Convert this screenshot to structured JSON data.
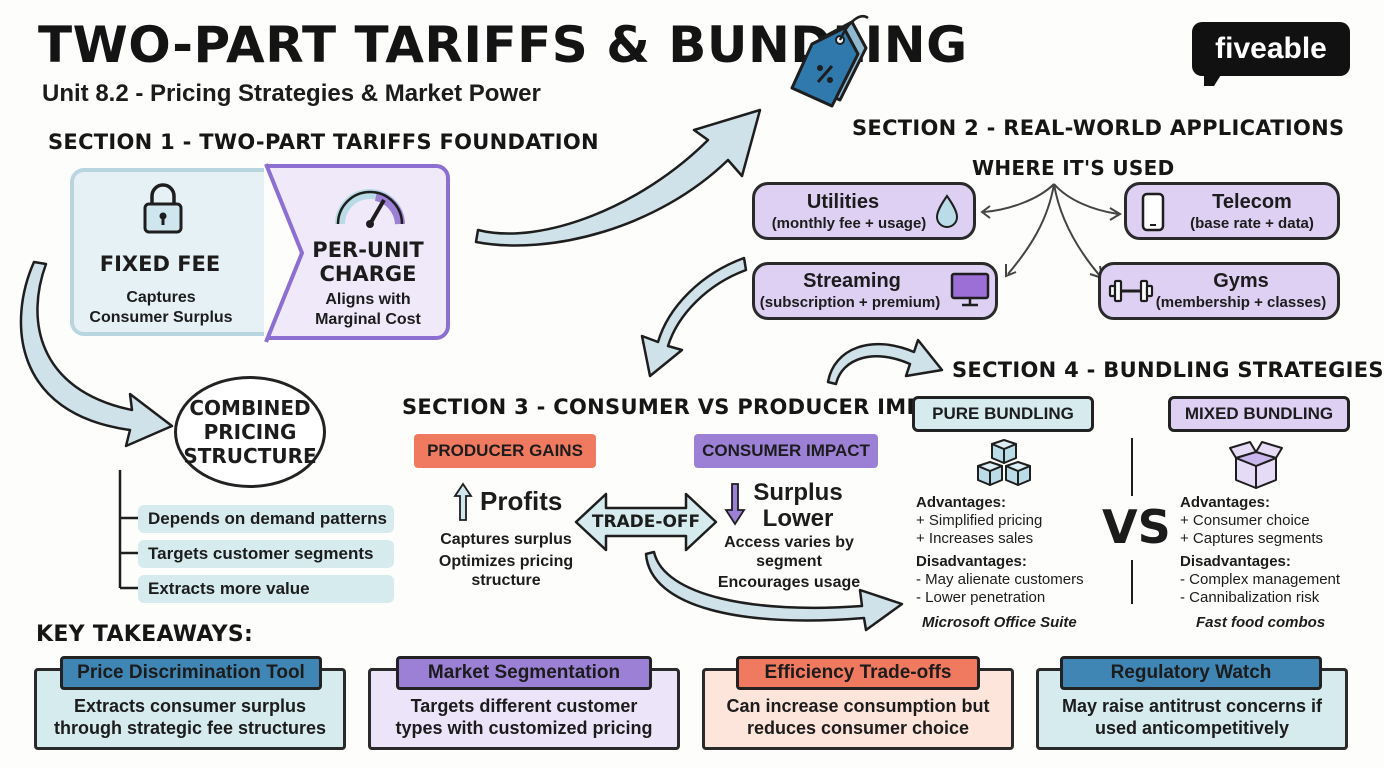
{
  "header": {
    "title": "TWO-PART TARIFFS & BUNDLING",
    "subtitle": "Unit 8.2 - Pricing Strategies & Market Power",
    "brand": "fiveable"
  },
  "section1": {
    "title": "SECTION 1 - TWO-PART TARIFFS FOUNDATION",
    "fixed_fee": {
      "title": "FIXED FEE",
      "desc_1": "Captures",
      "desc_2": "Consumer Surplus"
    },
    "per_unit": {
      "title_1": "PER-UNIT",
      "title_2": "CHARGE",
      "desc_1": "Aligns with",
      "desc_2": "Marginal Cost"
    },
    "combined": {
      "line_1": "COMBINED",
      "line_2": "PRICING",
      "line_3": "STRUCTURE"
    },
    "bullets": [
      "Depends on demand patterns",
      "Targets customer segments",
      "Extracts more value"
    ]
  },
  "section2": {
    "title": "SECTION 2 - REAL-WORLD APPLICATIONS",
    "where": "WHERE IT'S USED",
    "items": [
      {
        "name": "Utilities",
        "detail": "(monthly fee + usage)",
        "icon": "water-drop-icon"
      },
      {
        "name": "Telecom",
        "detail": "(base rate + data)",
        "icon": "phone-icon"
      },
      {
        "name": "Streaming",
        "detail": "(subscription + premium)",
        "icon": "monitor-icon"
      },
      {
        "name": "Gyms",
        "detail": "(membership + classes)",
        "icon": "dumbbell-icon"
      }
    ]
  },
  "section3": {
    "title": "SECTION 3 - CONSUMER VS PRODUCER IMPACT",
    "producer": {
      "tag": "PRODUCER GAINS",
      "headline": "Profits",
      "line_1": "Captures surplus",
      "line_2": "Optimizes pricing",
      "line_3": "structure"
    },
    "tradeoff": "TRADE-OFF",
    "consumer": {
      "tag": "CONSUMER IMPACT",
      "headline_1": "Surplus",
      "headline_2": "Lower",
      "line_1": "Access varies by",
      "line_2": "segment",
      "line_3": "Encourages usage"
    }
  },
  "section4": {
    "title": "SECTION 4 - BUNDLING STRATEGIES",
    "vs": "VS",
    "pure": {
      "tag": "PURE BUNDLING",
      "adv_head": "Advantages:",
      "adv": [
        "+ Simplified pricing",
        "+ Increases sales"
      ],
      "dis_head": "Disadvantages:",
      "dis": [
        "- May alienate customers",
        "- Lower penetration"
      ],
      "example": "Microsoft Office Suite"
    },
    "mixed": {
      "tag": "MIXED BUNDLING",
      "adv_head": "Advantages:",
      "adv": [
        "+ Consumer choice",
        "+ Captures segments"
      ],
      "dis_head": "Disadvantages:",
      "dis": [
        "- Complex management",
        "- Cannibalization risk"
      ],
      "example": "Fast food combos"
    }
  },
  "takeaways": {
    "title": "KEY TAKEAWAYS:",
    "items": [
      {
        "head": "Price Discrimination Tool",
        "line_1": "Extracts consumer surplus",
        "line_2": "through strategic fee structures"
      },
      {
        "head": "Market Segmentation",
        "line_1": "Targets different customer",
        "line_2": "types with customized pricing"
      },
      {
        "head": "Efficiency Trade-offs",
        "line_1": "Can increase consumption but",
        "line_2": "reduces consumer choice"
      },
      {
        "head": "Regulatory Watch",
        "line_1": "May raise antitrust concerns if",
        "line_2": "used anticompetitively"
      }
    ]
  },
  "colors": {
    "blue_light": "#d6ebee",
    "purple_light": "#ddd0f3",
    "coral": "#f07a5f",
    "purple": "#9b80d6",
    "regulatory_blue": "#3f86b4"
  }
}
